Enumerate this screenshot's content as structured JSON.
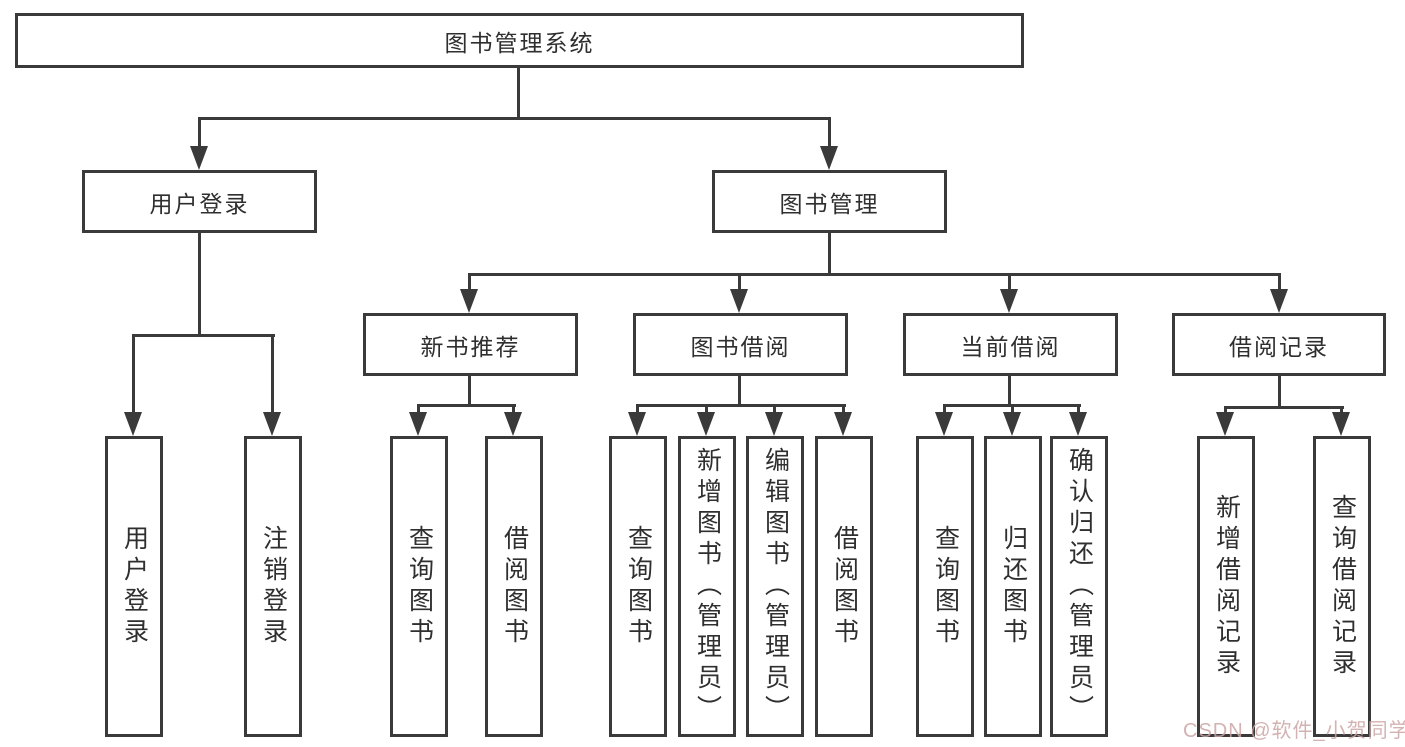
{
  "page": {
    "watermark": "CSDN @软件_小贺同学"
  },
  "colors": {
    "background": "#ffffff",
    "line": "#3a3a3a",
    "text": "#2f2f2f",
    "watermark": "#cba4a4"
  },
  "diagram": {
    "type": "hierarchy-tree",
    "root": {
      "label": "图书管理系统"
    },
    "branches": [
      {
        "label": "用户登录"
      },
      {
        "label": "图书管理"
      }
    ],
    "modules": [
      {
        "label": "新书推荐"
      },
      {
        "label": "图书借阅"
      },
      {
        "label": "当前借阅"
      },
      {
        "label": "借阅记录"
      }
    ],
    "leaves": [
      {
        "parent": "用户登录",
        "label": "用户登录"
      },
      {
        "parent": "用户登录",
        "label": "注销登录"
      },
      {
        "parent": "新书推荐",
        "label": "查询图书"
      },
      {
        "parent": "新书推荐",
        "label": "借阅图书"
      },
      {
        "parent": "图书借阅",
        "label": "查询图书"
      },
      {
        "parent": "图书借阅",
        "label": "新增图书（管理员）"
      },
      {
        "parent": "图书借阅",
        "label": "编辑图书（管理员）"
      },
      {
        "parent": "图书借阅",
        "label": "借阅图书"
      },
      {
        "parent": "当前借阅",
        "label": "查询图书"
      },
      {
        "parent": "当前借阅",
        "label": "归还图书"
      },
      {
        "parent": "当前借阅",
        "label": "确认归还（管理员）"
      },
      {
        "parent": "借阅记录",
        "label": "新增借阅记录"
      },
      {
        "parent": "借阅记录",
        "label": "查询借阅记录"
      }
    ],
    "edges": [
      {
        "from": "图书管理系统",
        "to": "用户登录"
      },
      {
        "from": "图书管理系统",
        "to": "图书管理"
      },
      {
        "from": "图书管理",
        "to": "新书推荐"
      },
      {
        "from": "图书管理",
        "to": "图书借阅"
      },
      {
        "from": "图书管理",
        "to": "当前借阅"
      },
      {
        "from": "图书管理",
        "to": "借阅记录"
      }
    ]
  }
}
